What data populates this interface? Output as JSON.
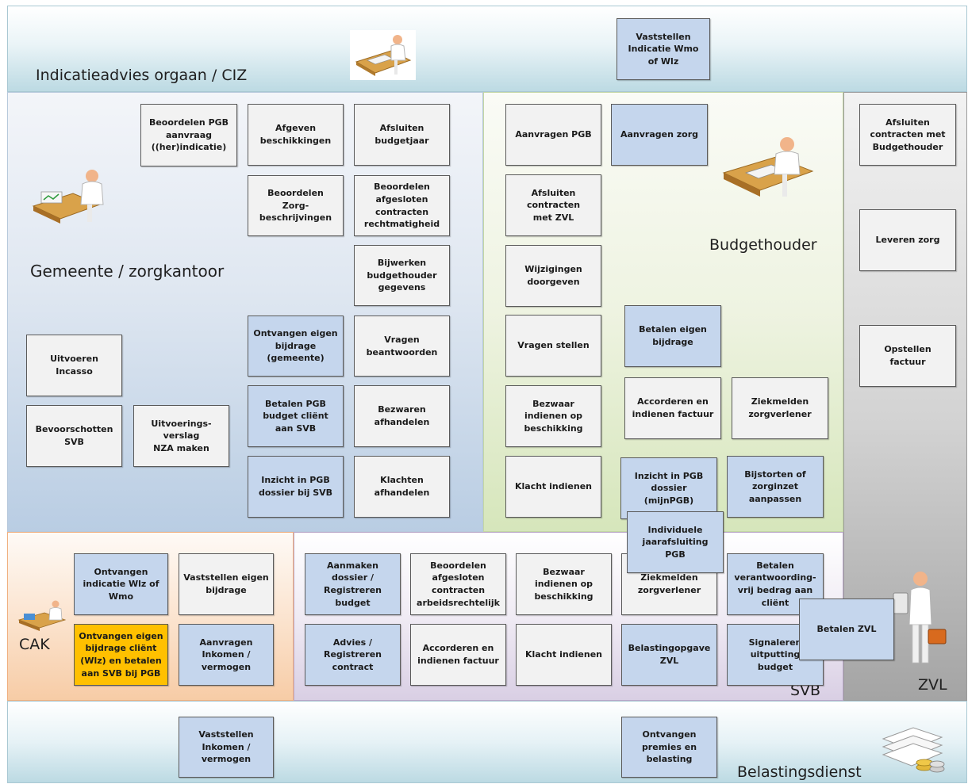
{
  "lanes": {
    "ciz": "Indicatieadvies orgaan / CIZ",
    "gemeente": "Gemeente / zorgkantoor",
    "budgethouder": "Budgethouder",
    "zvl": "ZVL",
    "cak": "CAK",
    "svb": "SVB",
    "belasting": "Belastingsdienst"
  },
  "boxes": {
    "vaststellen_indicatie": "Vaststellen\nIndicatie Wmo\nof Wlz",
    "beoordelen_pgb": "Beoordelen PGB\naanvraag\n((her)indicatie)",
    "afgeven_beschikkingen": "Afgeven\nbeschikkingen",
    "afsluiten_budgetjaar": "Afsluiten\nbudgetjaar",
    "beoordelen_zorgbeschrijvingen": "Beoordelen\nZorg-\nbeschrijvingen",
    "beoordelen_contracten_recht": "Beoordelen\nafgesloten\ncontracten\nrechtmatigheid",
    "bijwerken_gegevens": "Bijwerken\nbudgethouder\ngegevens",
    "ontvangen_eigen_bijdrage_gem": "Ontvangen eigen\nbijdrage\n(gemeente)",
    "vragen_beantwoorden": "Vragen\nbeantwoorden",
    "uitvoeren_incasso": "Uitvoeren\nIncasso",
    "bevoorschotten_svb": "Bevoorschotten\nSVB",
    "uitvoeringsverslag": "Uitvoerings-\nverslag\nNZA maken",
    "betalen_pgb_budget": "Betalen PGB\nbudget cliënt\naan SVB",
    "bezwaren_afhandelen": "Bezwaren\nafhandelen",
    "inzicht_pgb_svb": "Inzicht in PGB\ndossier bij SVB",
    "klachten_afhandelen": "Klachten\nafhandelen",
    "aanvragen_pgb": "Aanvragen PGB",
    "aanvragen_zorg": "Aanvragen zorg",
    "afsluiten_contracten_zvl": "Afsluiten\ncontracten\nmet ZVL",
    "wijzigingen_doorgeven": "Wijzigingen\ndoorgeven",
    "vragen_stellen": "Vragen stellen",
    "betalen_eigen_bijdrage": "Betalen eigen\nbijdrage",
    "bezwaar_indienen_bud": "Bezwaar\nindienen op\nbeschikking",
    "accorderen_bud": "Accorderen en\nindienen factuur",
    "ziekmelden_bud": "Ziekmelden\nzorgverlener",
    "klacht_indienen_bud": "Klacht indienen",
    "inzicht_mijnpgb": "Inzicht in PGB\ndossier\n(mijnPGB)",
    "bijstorten": "Bijstorten of\nzorginzet\naanpassen",
    "jaarafsluiting": "Individuele\njaarafsluiting\nPGB",
    "afsluiten_contracten_budgethouder": "Afsluiten\ncontracten met\nBudgethouder",
    "leveren_zorg": "Leveren zorg",
    "opstellen_factuur": "Opstellen\nfactuur",
    "ontvangen_indicatie": "Ontvangen\nindicatie Wlz of\nWmo",
    "vaststellen_eigen_bijdrage": "Vaststellen eigen\nbijdrage",
    "ontvangen_eigen_bijdrage_client": "Ontvangen eigen\nbijdrage cliënt\n(Wlz) en betalen\naan SVB bij PGB",
    "aanvragen_inkomen": "Aanvragen\nInkomen /\nvermogen",
    "aanmaken_dossier": "Aanmaken\ndossier /\nRegistreren\nbudget",
    "beoordelen_arbeidsrecht": "Beoordelen\nafgesloten\ncontracten\narbeidsrechtelijk",
    "bezwaar_indienen_svb": "Bezwaar\nindienen op\nbeschikking",
    "ziekmelden_svb": "Ziekmelden\nzorgverlener",
    "betalen_verantwoording": "Betalen\nverantwoording-\nvrij bedrag aan\ncliënt",
    "advies_registreren": "Advies /\nRegistreren\ncontract",
    "accorderen_svb": "Accorderen en\nindienen factuur",
    "klacht_indienen_svb": "Klacht indienen",
    "belastingopgave": "Belastingopgave\nZVL",
    "signaleren_uitputting": "Signaleren\nuitputting\nbudget",
    "betalen_zvl": "Betalen ZVL",
    "vaststellen_inkomen": "Vaststellen\nInkomen /\nvermogen",
    "ontvangen_premies": "Ontvangen\npremies en\nbelasting"
  },
  "icons": [
    "clerk-at-desk-icon",
    "person-at-desk-icon",
    "person-at-desk-icon",
    "worker-with-briefcase-icon",
    "person-at-desk-icon",
    "documents-and-coins-icon"
  ],
  "colors": {
    "box_white": "#f2f2f2",
    "box_blue": "#c5d6ed",
    "box_orange": "#ffc000"
  }
}
